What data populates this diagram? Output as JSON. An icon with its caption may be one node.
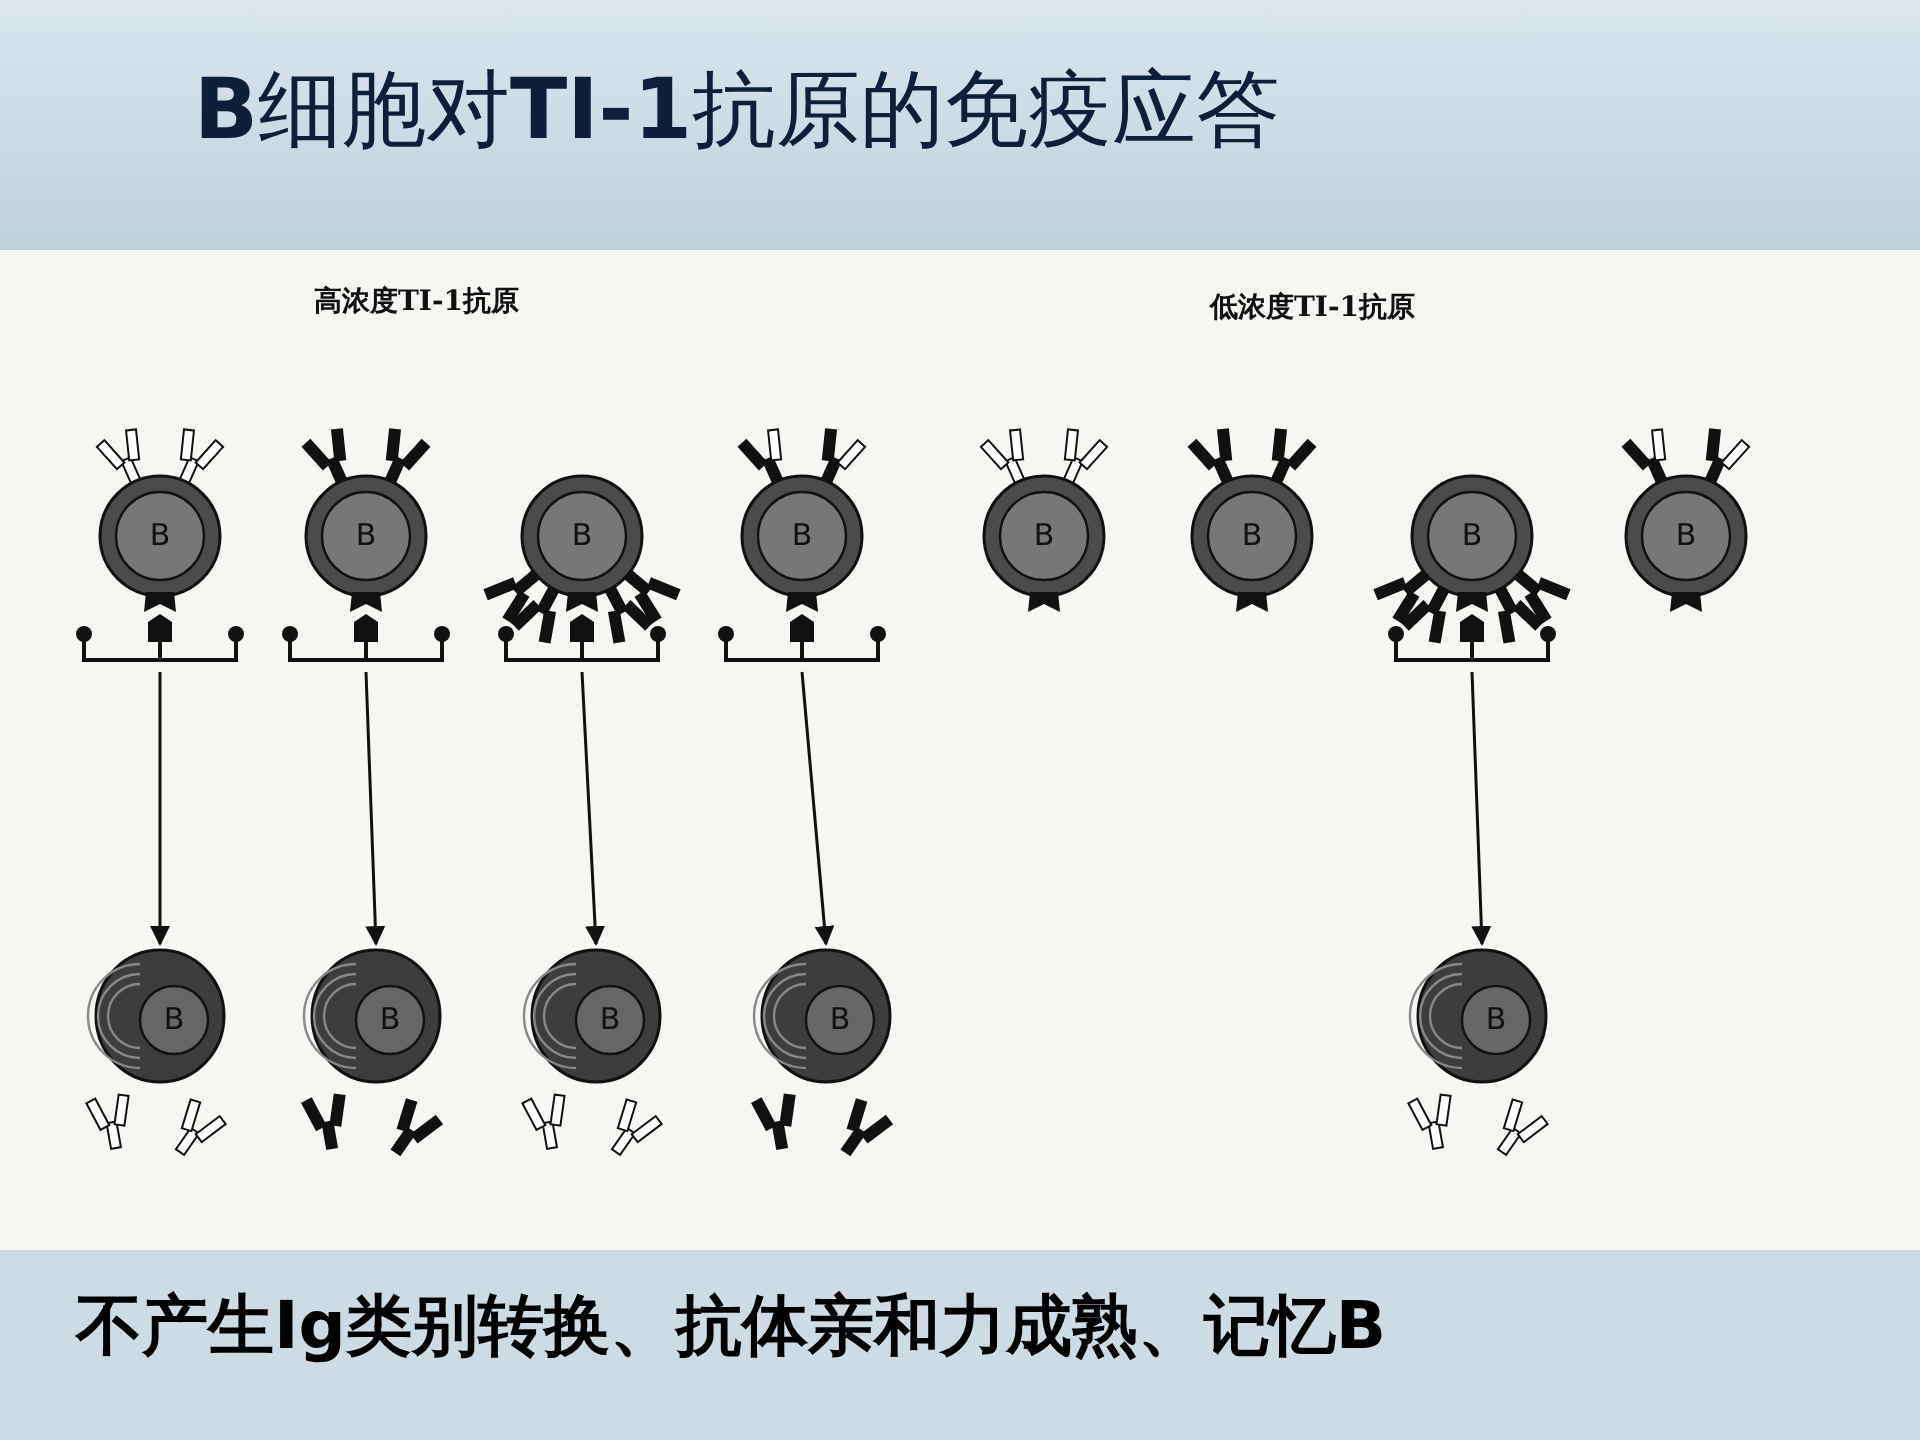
{
  "diagram": {
    "title": "**B**细胞对**TI-1**抗原的免疫应答",
    "caption": "不产生Ig类别转换、抗体亲和力成熟、记忆B",
    "nodes": [
      {
        "text": [
          "B"
        ]
      },
      {
        "text": [
          "B"
        ]
      },
      {
        "text": [
          "B"
        ]
      },
      {
        "text": [
          "B"
        ]
      },
      {
        "text": [
          "B"
        ]
      },
      {
        "text": [
          "B"
        ]
      },
      {
        "text": [
          "B"
        ]
      },
      {
        "text": [
          "B"
        ]
      },
      {
        "text": [
          "B"
        ]
      },
      {
        "text": [
          "B"
        ]
      },
      {
        "text": [
          "B"
        ]
      },
      {
        "text": [
          "B"
        ]
      },
      {
        "text": [
          "B"
        ]
      }
    ],
    "edges": [
      {
        "from": 0,
        "to": 8,
        "arrow": "to"
      },
      {
        "from": 1,
        "to": 9,
        "arrow": "to"
      },
      {
        "from": 2,
        "to": 10,
        "arrow": "to"
      },
      {
        "from": 3,
        "to": 11,
        "arrow": "to"
      },
      {
        "from": 6,
        "to": 12,
        "arrow": "to"
      }
    ],
    "labels": [
      "高浓度TI-1抗原",
      "低浓度TI-1抗原"
    ]
  }
}
